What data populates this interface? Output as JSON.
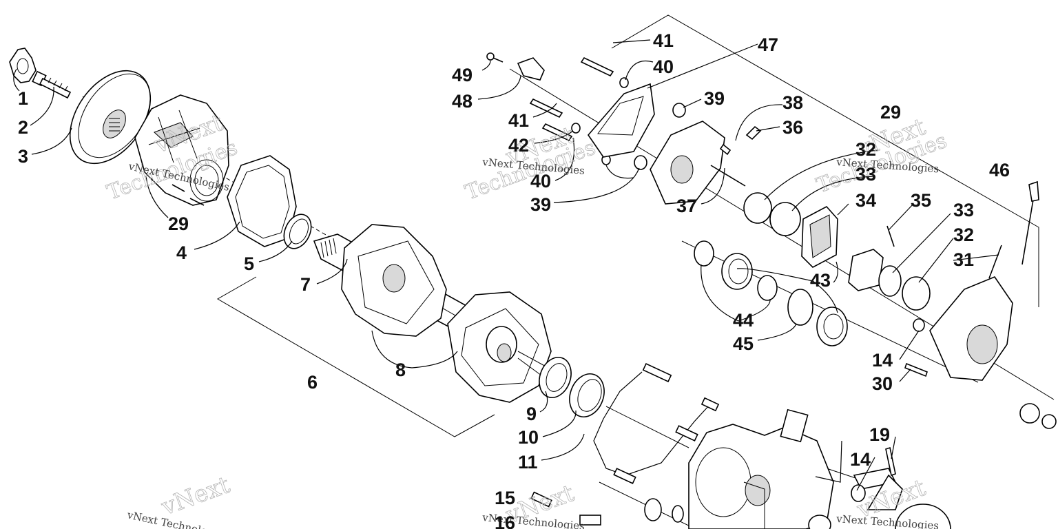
{
  "diagram": {
    "watermark": {
      "line1": "vNext",
      "line2": "Technologies",
      "small": "vNext Technologies"
    },
    "callouts": [
      "1",
      "2",
      "3",
      "29",
      "4",
      "5",
      "7",
      "8",
      "6",
      "9",
      "10",
      "11",
      "15",
      "16",
      "49",
      "48",
      "41",
      "42",
      "40",
      "39",
      "47",
      "39",
      "38",
      "36",
      "37",
      "29",
      "32",
      "33",
      "34",
      "35",
      "46",
      "33",
      "32",
      "31",
      "43",
      "44",
      "45",
      "14",
      "30",
      "19",
      "14",
      "41",
      "40"
    ]
  }
}
